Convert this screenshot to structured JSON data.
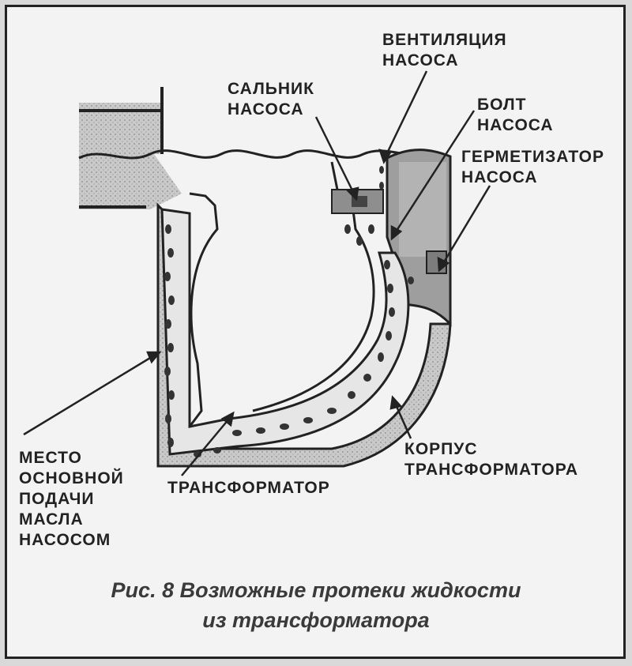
{
  "labels": {
    "pump_vent": "ВЕНТИЛЯЦИЯ\nНАСОСА",
    "pump_seal": "САЛЬНИК\nНАСОСА",
    "pump_bolt": "БОЛТ\nНАСОСА",
    "pump_sealant": "ГЕРМЕТИЗАТОР\nНАСОСА",
    "main_feed": "МЕСТО\nОСНОВНОЙ\nПОДАЧИ\nМАСЛА\nНАСОСОМ",
    "converter": "ТРАНСФОРМАТОР",
    "converter_housing": "КОРПУС\nТРАНСФОРМАТОРА"
  },
  "caption": {
    "line1": "Рис. 8 Возможные протеки жидкости",
    "line2": "из трансформатора"
  },
  "colors": {
    "ink": "#222222",
    "hatch": "#b5b5b5",
    "paper": "#f3f3f3"
  }
}
